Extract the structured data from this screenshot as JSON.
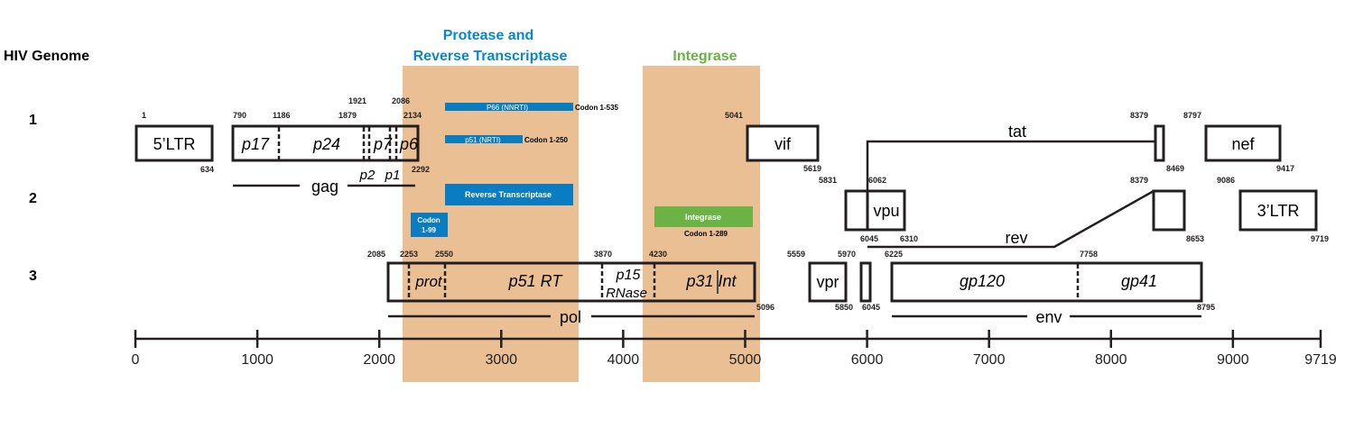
{
  "row_labels": {
    "title": "HIV Genome",
    "r1": "1",
    "r2": "2",
    "r3": "3"
  },
  "regions": {
    "protease_rt": {
      "line1": "Protease and",
      "line2": "Reverse Transcriptase",
      "color": "#0a87c9",
      "shade": "#e9bf93"
    },
    "integrase": {
      "label": "Integrase",
      "color": "#6ab344"
    }
  },
  "genes": {
    "ltr5": "5’LTR",
    "p17": "p17",
    "p24": "p24",
    "p7": "p7",
    "p6": "p6",
    "p2": "p2",
    "p1": "p1",
    "gag": "gag",
    "vif": "vif",
    "tat": "tat",
    "nef": "nef",
    "vpu": "vpu",
    "ltr3": "3’LTR",
    "rev": "rev",
    "vpr": "vpr",
    "gp120": "gp120",
    "gp41": "gp41",
    "env": "env",
    "prot": "prot",
    "p51rt": "p51 RT",
    "p15": "p15",
    "rnase": "RNase",
    "p31int": "p31 Int",
    "pol": "pol"
  },
  "bars": {
    "p66": "P66 (NNRTI)",
    "p66_codon": "Codon 1-535",
    "p51": "p51 (NRTI)",
    "p51_codon": "Codon 1-250",
    "rt": "Reverse Transcriptase",
    "codon99_l1": "Codon",
    "codon99_l2": "1-99",
    "integrase": "Integrase",
    "integrase_codon": "Codon 1-289",
    "bar_color": "#0a7cc1",
    "int_color": "#6ab344"
  },
  "positions": {
    "n1": "1",
    "n634": "634",
    "n790": "790",
    "n1186": "1186",
    "n1879": "1879",
    "n1921": "1921",
    "n2086": "2086",
    "n2134": "2134",
    "n2292": "2292",
    "n5041": "5041",
    "n5619": "5619",
    "n5831": "5831",
    "n6062": "6062",
    "n8379a": "8379",
    "n8797": "8797",
    "n8469": "8469",
    "n9417": "9417",
    "n8379b": "8379",
    "n9086": "9086",
    "n8653": "8653",
    "n9719": "9719",
    "n6045a": "6045",
    "n6310": "6310",
    "n2085": "2085",
    "n2253": "2253",
    "n2550": "2550",
    "n3870": "3870",
    "n4230": "4230",
    "n5096": "5096",
    "n5559": "5559",
    "n5850": "5850",
    "n5970": "5970",
    "n6045b": "6045",
    "n6225": "6225",
    "n7758": "7758",
    "n8795": "8795"
  },
  "axis": {
    "ticks": [
      "0",
      "1000",
      "2000",
      "3000",
      "4000",
      "5000",
      "6000",
      "7000",
      "8000",
      "9000",
      "9719"
    ],
    "min": 0,
    "max": 9719
  }
}
